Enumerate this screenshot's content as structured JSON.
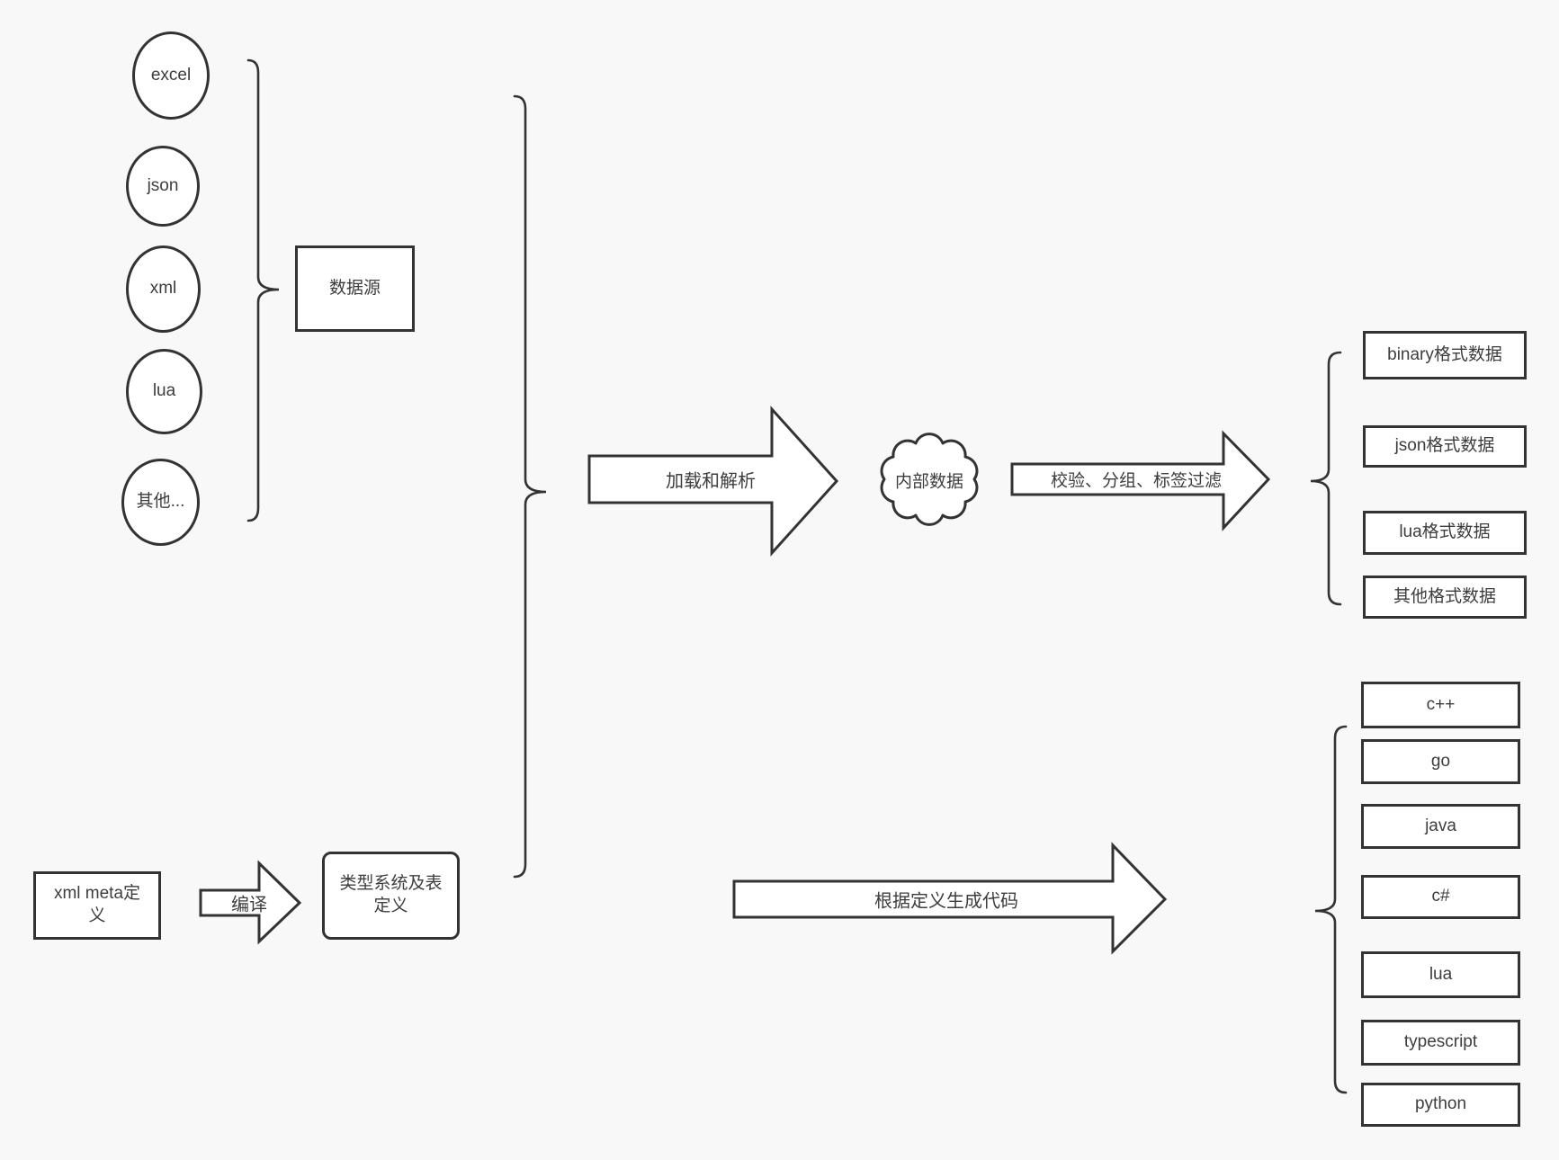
{
  "canvas": {
    "background": "#f8f8f8",
    "stroke_color": "#333333",
    "text_color": "#3d3d3d"
  },
  "data_sources": {
    "group_label": "数据源",
    "items": [
      {
        "label": "excel"
      },
      {
        "label": "json"
      },
      {
        "label": "xml"
      },
      {
        "label": "lua"
      },
      {
        "label": "其他..."
      }
    ]
  },
  "flow": {
    "load_parse_label": "加载和解析",
    "internal_data_label": "内部数据",
    "filter_label": "校验、分组、标签过滤",
    "compile_label": "编译",
    "codegen_label": "根据定义生成代码"
  },
  "definitions": {
    "xml_meta_label": "xml meta定义",
    "type_system_label": "类型系统及表定义"
  },
  "output_formats": {
    "items": [
      {
        "label": "binary格式数据"
      },
      {
        "label": "json格式数据"
      },
      {
        "label": "lua格式数据"
      },
      {
        "label": "其他格式数据"
      }
    ]
  },
  "codegen_targets": {
    "items": [
      {
        "label": "c++"
      },
      {
        "label": "go"
      },
      {
        "label": "java"
      },
      {
        "label": "c#"
      },
      {
        "label": "lua"
      },
      {
        "label": "typescript"
      },
      {
        "label": "python"
      }
    ]
  }
}
